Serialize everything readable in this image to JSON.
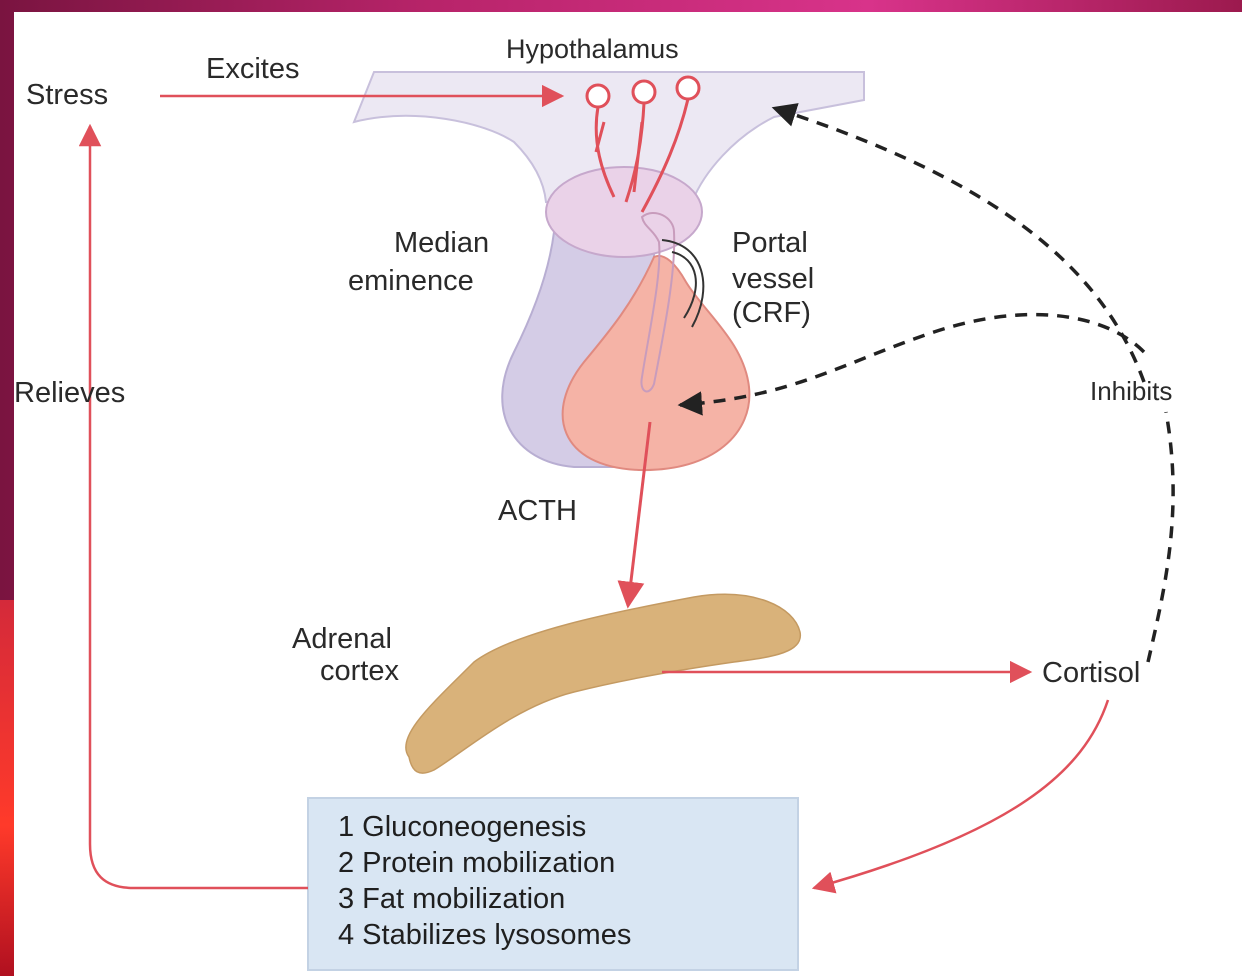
{
  "labels": {
    "hypothalamus": "Hypothalamus",
    "stress": "Stress",
    "excites": "Excites",
    "median_eminence_line1": "Median",
    "median_eminence_line2": "eminence",
    "portal_line1": "Portal",
    "portal_line2": "vessel",
    "portal_line3": "(CRF)",
    "relieves": "Relieves",
    "inhibits": "Inhibits",
    "acth": "ACTH",
    "adrenal_line1": "Adrenal",
    "adrenal_line2": "cortex",
    "cortisol": "Cortisol"
  },
  "effects": [
    "1 Gluconeogenesis",
    "2 Protein mobilization",
    "3 Fat mobilization",
    "4 Stabilizes lysosomes"
  ],
  "colors": {
    "arrow_red": "#e0505a",
    "pituitary_anterior": "#f5b3a6",
    "pituitary_posterior": "#d4cce6",
    "hypothalamus_fill": "#ece8f3",
    "adrenal": "#d9b27a",
    "effects_box": "#d9e6f3",
    "dashed": "#222222"
  }
}
